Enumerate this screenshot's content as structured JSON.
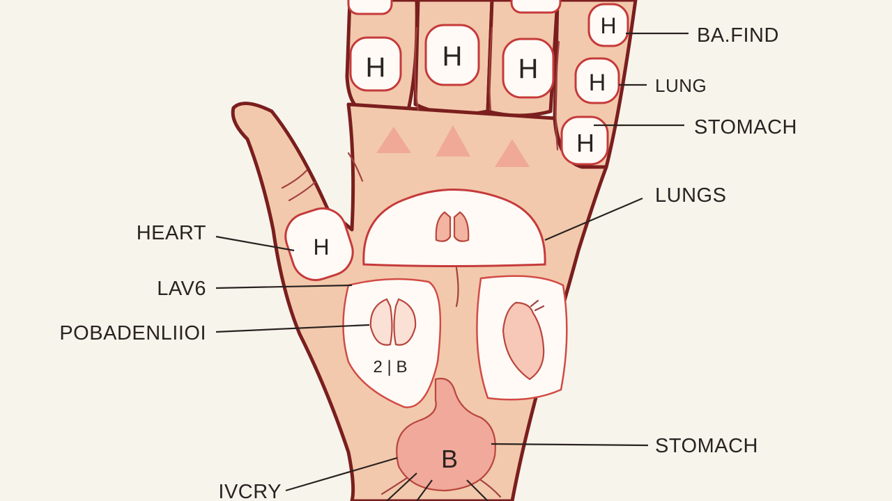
{
  "finger_zones": [
    {
      "letter": "H"
    },
    {
      "letter": "H"
    },
    {
      "letter": "H"
    },
    {
      "letter": "H"
    },
    {
      "letter": "H"
    },
    {
      "letter": "H"
    },
    {
      "letter": "H"
    }
  ],
  "palm": {
    "left_zone_text": "2 | B",
    "wrist_organ_letter": "B"
  },
  "labels": [
    {
      "text": "BA.FIND"
    },
    {
      "text": "LUNG"
    },
    {
      "text": "STOMACH"
    },
    {
      "text": "LUNGS"
    },
    {
      "text": "HEART"
    },
    {
      "text": "LAV6"
    },
    {
      "text": "POBADENLIIOI"
    },
    {
      "text": "STOMACH"
    },
    {
      "text": "IVCRY"
    }
  ],
  "colors": {
    "background": "#f7f4ec",
    "skin": "#f2c9ac",
    "outline": "#7a1e1e",
    "zone_border": "#c53a3a"
  }
}
